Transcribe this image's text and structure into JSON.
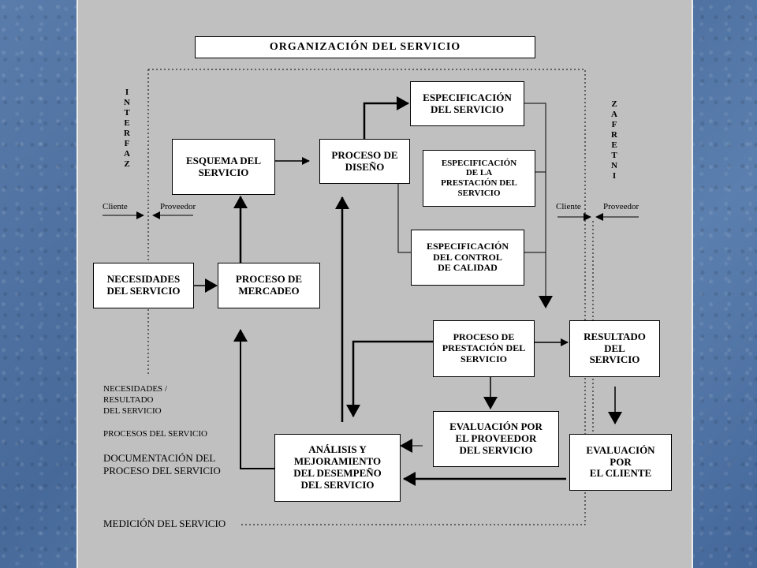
{
  "diagram": {
    "title": "ORGANIZACIÓN DEL SERVICIO",
    "interface_left": "I\nN\nT\nE\nR\nF\nA\nZ",
    "interface_right": "Z\nA\nF\nR\nE\nT\nN\nI",
    "client_left": "Cliente",
    "provider_left": "Proveedor",
    "client_right": "Cliente",
    "provider_right": "Proveedor",
    "boxes": {
      "esquema": "ESQUEMA DEL\nSERVICIO",
      "diseno": "PROCESO DE\nDISEÑO",
      "especificacion": "ESPECIFICACIÓN\nDEL  SERVICIO",
      "prestacion_spec": "ESPECIFICACIÓN\nDE LA\nPRESTACIÓN DEL\nSERVICIO",
      "control_calidad": "ESPECIFICACIÓN\nDEL CONTROL\nDE CALIDAD",
      "necesidades": "NECESIDADES\nDEL SERVICIO",
      "mercadeo": "PROCESO DE\nMERCADEO",
      "proceso_prestacion": "PROCESO DE\nPRESTACIÓN DEL\nSERVICIO",
      "resultado": "RESULTADO\nDEL\nSERVICIO",
      "eval_proveedor": "EVALUACIÓN POR\nEL  PROVEEDOR\nDEL SERVICIO",
      "eval_cliente": "EVALUACIÓN\nPOR\nEL CLIENTE",
      "analisis": "ANÁLISIS Y\nMEJORAMIENTO\nDEL DESEMPEÑO\nDEL SERVICIO"
    },
    "legend": {
      "necesidades_resultado": "NECESIDADES  /\nRESULTADO\nDEL SERVICIO",
      "procesos": "PROCESOS DEL SERVICIO",
      "documentacion": "DOCUMENTACIÓN DEL\nPROCESO DEL SERVICIO",
      "medicion": "MEDICIÓN DEL SERVICIO"
    },
    "colors": {
      "background": "#4d6f9c",
      "panel": "#c0c0c0",
      "box": "#ffffff",
      "line": "#000000"
    }
  }
}
